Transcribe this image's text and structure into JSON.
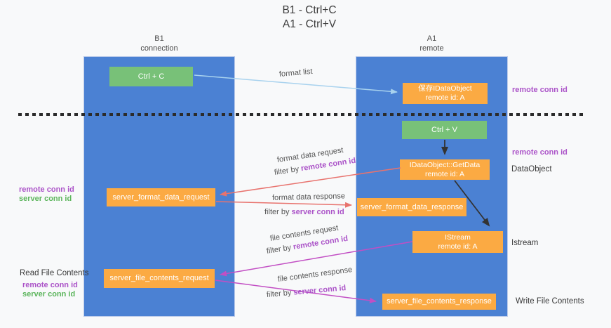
{
  "title": {
    "line1": "B1 - Ctrl+C",
    "line2": "A1 - Ctrl+V"
  },
  "lanes": {
    "left": {
      "name": "B1",
      "role": "connection"
    },
    "right": {
      "name": "A1",
      "role": "remote"
    }
  },
  "boxes": {
    "ctrl_c": {
      "label": "Ctrl + C"
    },
    "save_dataobject": {
      "line1": "保存IDataObject",
      "line2": "remote id: A"
    },
    "ctrl_v": {
      "label": "Ctrl + V"
    },
    "getdata": {
      "line1": "IDataObject::GetData",
      "line2": "remote id: A"
    },
    "server_format_data_request": {
      "label": "server_format_data_request"
    },
    "server_format_data_response": {
      "label": "server_format_data_response"
    },
    "istream": {
      "line1": "IStream",
      "line2": "remote id: A"
    },
    "server_file_contents_request": {
      "label": "server_file_contents_request"
    },
    "server_file_contents_response": {
      "label": "server_file_contents_response"
    }
  },
  "arrows": {
    "format_list": {
      "label": "format list"
    },
    "format_data_request": {
      "label": "format data request",
      "filter_prefix": "filter by",
      "filter_key": "remote conn id"
    },
    "format_data_response": {
      "label": "format data response",
      "filter_prefix": "filter by",
      "filter_key": "server conn id"
    },
    "file_contents_request": {
      "label": "file contents request",
      "filter_prefix": "filter by",
      "filter_key": "remote conn id"
    },
    "file_contents_response": {
      "label": "file contents response",
      "filter_prefix": "filter by",
      "filter_key": "server conn id"
    }
  },
  "side_labels": {
    "right_remote_conn_id_top": "remote conn id",
    "right_remote_conn_id_mid": "remote conn id",
    "dataobject": "DataObject",
    "istream": "Istream",
    "write_file_contents": "Write File Contents",
    "left_remote_conn_id_top": "remote conn id",
    "left_server_conn_id_top": "server conn id",
    "read_file_contents": "Read File Contents",
    "left_remote_conn_id_bottom": "remote conn id",
    "left_server_conn_id_bottom": "server conn id"
  },
  "colors": {
    "background": "#f8f9fa",
    "lane_blue": "#4b81d3",
    "box_green": "#78c178",
    "box_orange": "#fbaa43",
    "arrow_lightblue": "#a8d2ee",
    "arrow_red": "#e8736e",
    "arrow_magenta": "#c24fc4",
    "arrow_black": "#333333",
    "conn_id_purple": "#ab53c8",
    "conn_id_green": "#5cb55c",
    "text_dark": "#3c3c3c",
    "text_gray": "#555555"
  }
}
